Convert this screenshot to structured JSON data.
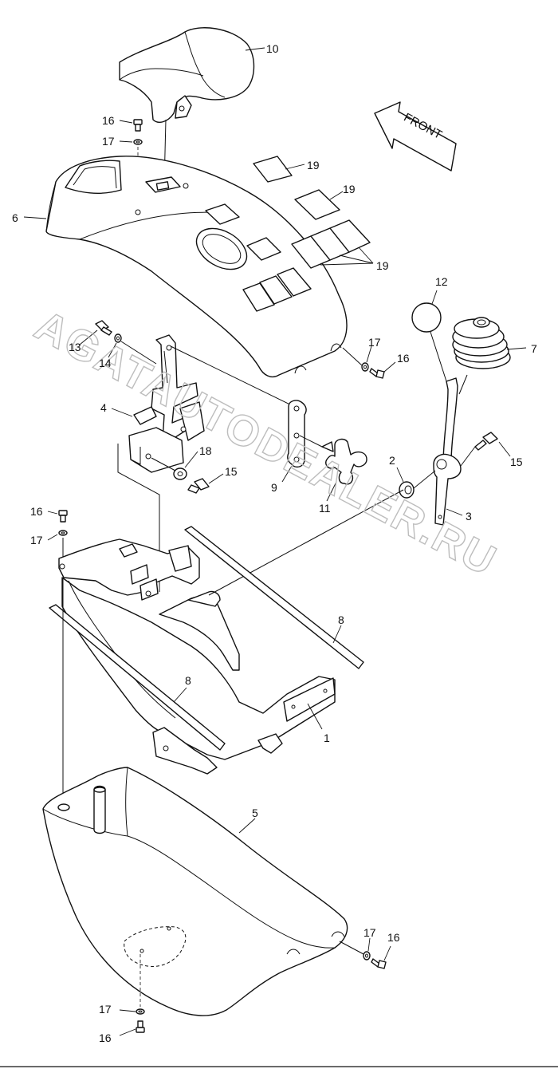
{
  "watermark": "AGATAUTODEALER.RU",
  "direction_label": "FRONT",
  "callouts": [
    {
      "id": "c10",
      "text": "10"
    },
    {
      "id": "c16a",
      "text": "16"
    },
    {
      "id": "c17a",
      "text": "17"
    },
    {
      "id": "c6",
      "text": "6"
    },
    {
      "id": "c19a",
      "text": "19"
    },
    {
      "id": "c19b",
      "text": "19"
    },
    {
      "id": "c19c",
      "text": "19"
    },
    {
      "id": "c12",
      "text": "12"
    },
    {
      "id": "c7",
      "text": "7"
    },
    {
      "id": "c13",
      "text": "13"
    },
    {
      "id": "c14",
      "text": "14"
    },
    {
      "id": "c17b",
      "text": "17"
    },
    {
      "id": "c16b",
      "text": "16"
    },
    {
      "id": "c4",
      "text": "4"
    },
    {
      "id": "c18",
      "text": "18"
    },
    {
      "id": "c15a",
      "text": "15"
    },
    {
      "id": "c9",
      "text": "9"
    },
    {
      "id": "c11",
      "text": "11"
    },
    {
      "id": "c2",
      "text": "2"
    },
    {
      "id": "c15b",
      "text": "15"
    },
    {
      "id": "c3",
      "text": "3"
    },
    {
      "id": "c16c",
      "text": "16"
    },
    {
      "id": "c17c",
      "text": "17"
    },
    {
      "id": "c8a",
      "text": "8"
    },
    {
      "id": "c8b",
      "text": "8"
    },
    {
      "id": "c1",
      "text": "1"
    },
    {
      "id": "c5",
      "text": "5"
    },
    {
      "id": "c17d",
      "text": "17"
    },
    {
      "id": "c16d",
      "text": "16"
    },
    {
      "id": "c17e",
      "text": "17"
    },
    {
      "id": "c16e",
      "text": "16"
    }
  ]
}
